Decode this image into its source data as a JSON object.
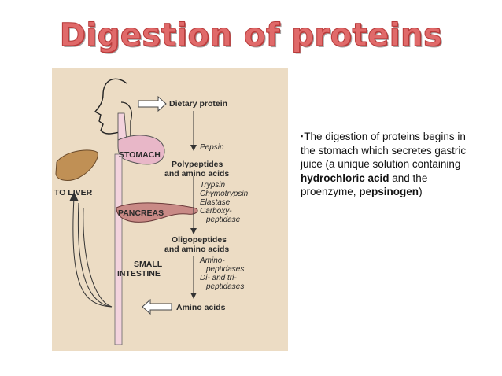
{
  "slide": {
    "title": "Digestion of proteins"
  },
  "diagram": {
    "labels": {
      "dietary_protein": "Dietary protein",
      "stomach": "STOMACH",
      "pepsin": "Pepsin",
      "polypeptides_1": "Polypeptides",
      "polypeptides_2": "and amino acids",
      "to_liver": "TO LIVER",
      "trypsin": "Trypsin",
      "chymotrypsin": "Chymotrypsin",
      "elastase": "Elastase",
      "carboxy_1": "Carboxy-",
      "carboxy_2": "peptidase",
      "pancreas": "PANCREAS",
      "oligopeptides_1": "Oligopeptides",
      "oligopeptides_2": "and amino acids",
      "amino_1": "Amino-",
      "amino_2": "peptidases",
      "di_tri_1": "Di- and tri-",
      "di_tri_2": "peptidases",
      "small_1": "SMALL",
      "small_2": "INTESTINE",
      "amino_acids": "Amino acids"
    }
  },
  "text": {
    "marker": "▪",
    "part1": "The digestion of proteins begins in the stomach which secretes gastric juice (a unique solution containing ",
    "bold1": "hydrochloric acid",
    "part2": " and the proenzyme, ",
    "bold2": "pepsinogen",
    "part3": ")"
  },
  "colors": {
    "title": "#e06a6a",
    "panel_bg": "#ecdcc4",
    "gut": "#f3d3dd",
    "liver": "#c09055",
    "pancreas": "#c98a86"
  }
}
